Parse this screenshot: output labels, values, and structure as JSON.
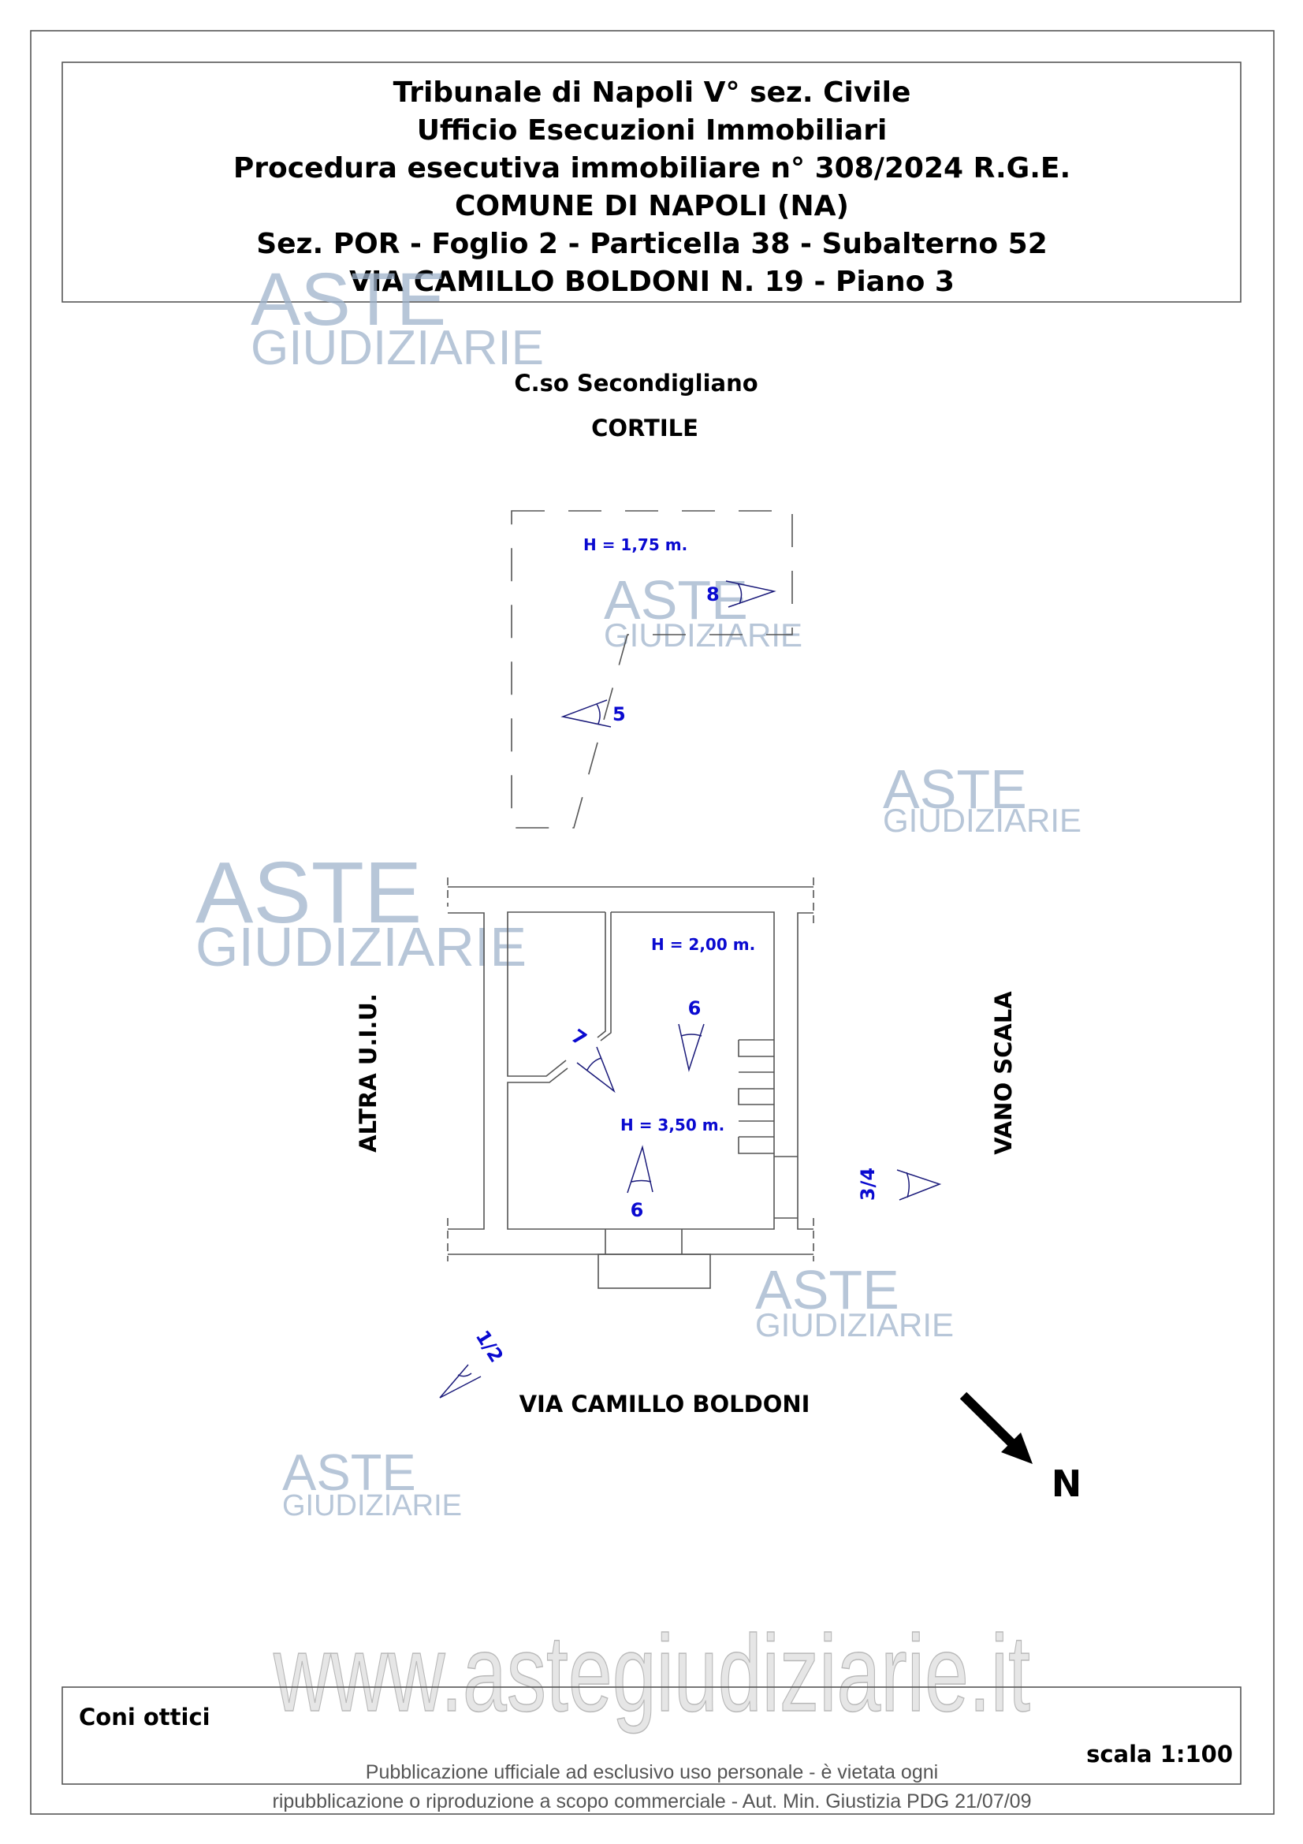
{
  "header": {
    "lines": [
      "Tribunale di Napoli V° sez. Civile",
      "Ufficio Esecuzioni Immobiliari",
      "Procedura esecutiva immobiliare n° 308/2024 R.G.E.",
      "COMUNE DI NAPOLI (NA)",
      "Sez. POR - Foglio 2 - Particella 38 - Subalterno 52",
      "VIA CAMILLO BOLDONI N. 19 - Piano 3"
    ]
  },
  "plan": {
    "street_top": "C.so Secondigliano",
    "courtyard": "CORTILE",
    "left_label": "ALTRA U.I.U.",
    "right_label": "VANO SCALA",
    "street_bottom": "VIA CAMILLO BOLDONI",
    "heights": [
      "H = 1,75 m.",
      "H = 2,00 m.",
      "H = 3,50 m."
    ],
    "cones": [
      "8",
      "5",
      "6",
      "7",
      "6",
      "3/4",
      "1/2"
    ],
    "north": "N"
  },
  "footer": {
    "legend_title": "Coni ottici",
    "scale": "scala 1:100",
    "notice_line1": "Pubblicazione ufficiale ad esclusivo uso personale - è vietata ogni",
    "notice_line2": "ripubblicazione o riproduzione a scopo commerciale - Aut. Min. Giustizia PDG 21/07/09"
  },
  "watermark": {
    "brand_top": "ASTE",
    "brand_bottom": "GIUDIZIARIE",
    "url": "www.astegiudiziarie.it"
  },
  "colors": {
    "annotation": "#0a0ad0",
    "watermark": "#9fb3cc"
  }
}
